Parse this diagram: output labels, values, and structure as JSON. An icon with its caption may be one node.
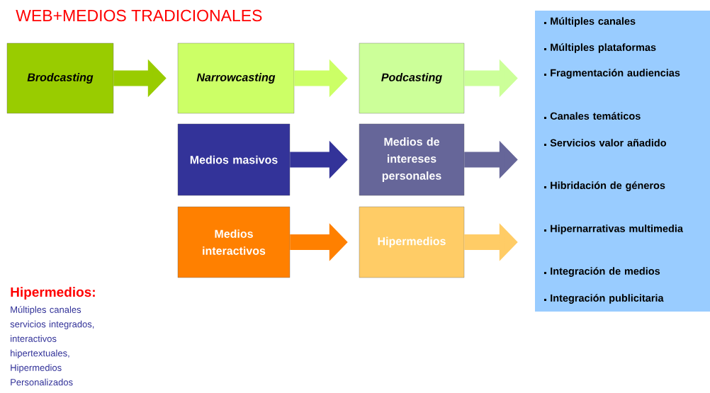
{
  "diagram": {
    "title": "WEB+MEDIOS TRADICIONALES",
    "nodes": [
      {
        "text": [
          "Brodcasting"
        ]
      },
      {
        "text": [
          "Narrowcasting"
        ]
      },
      {
        "text": [
          "Podcasting"
        ]
      },
      {
        "text": [
          "Múltiples canales",
          "Múltiples plataformas",
          "Fragmentación audiencias",
          "Canales temáticos",
          "Servicios valor añadido",
          "Hibridación de géneros",
          "Hipernarrativas multimedia",
          "Integración de medios",
          "Integración publicitaria"
        ]
      },
      {
        "text": [
          "Medios masivos"
        ]
      },
      {
        "text": [
          "Medios de intereses personales"
        ]
      },
      {
        "text": [
          "Medios interactivos"
        ]
      },
      {
        "text": [
          "Hipermedios"
        ]
      }
    ],
    "edges": [
      {
        "from": 0,
        "to": 1,
        "arrow": "to",
        "color": "#99cc00"
      },
      {
        "from": 1,
        "to": 2,
        "arrow": "to",
        "color": "#ccff66"
      },
      {
        "from": 2,
        "to": 3,
        "arrow": "to",
        "color": "#ccff99"
      },
      {
        "from": 4,
        "to": 5,
        "arrow": "to",
        "color": "#333399"
      },
      {
        "from": 5,
        "to": 3,
        "arrow": "to",
        "color": "#666699"
      },
      {
        "from": 6,
        "to": 7,
        "arrow": "to",
        "color": "#ff8000"
      },
      {
        "from": 7,
        "to": 3,
        "arrow": "to",
        "color": "#ffcc66"
      }
    ],
    "labels": [
      "Hipermedios:",
      "Múltiples canales servicios integrados, interactivos hipertextuales, Hipermedios Personalizados"
    ]
  }
}
